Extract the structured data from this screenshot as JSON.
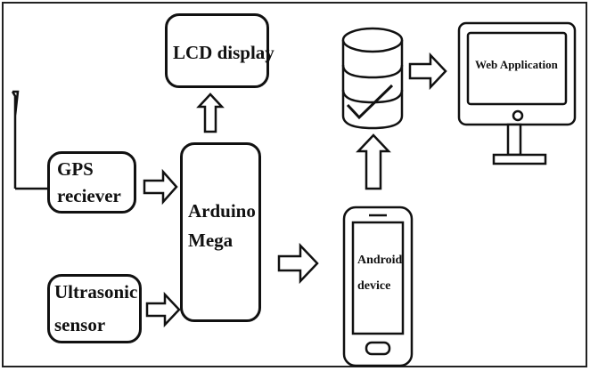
{
  "nodes": {
    "lcd": "LCD display",
    "gps_line1": "GPS",
    "gps_line2": "reciever",
    "ultra_line1": "Ultrasonic",
    "ultra_line2": "sensor",
    "arduino_line1": "Arduino",
    "arduino_line2": "Mega",
    "android_line1": "Android",
    "android_line2": "device",
    "webapp": "Web Application"
  },
  "icons": {
    "database": "database-icon",
    "monitor": "monitor-icon",
    "phone": "smartphone-icon",
    "antenna": "antenna-icon"
  }
}
